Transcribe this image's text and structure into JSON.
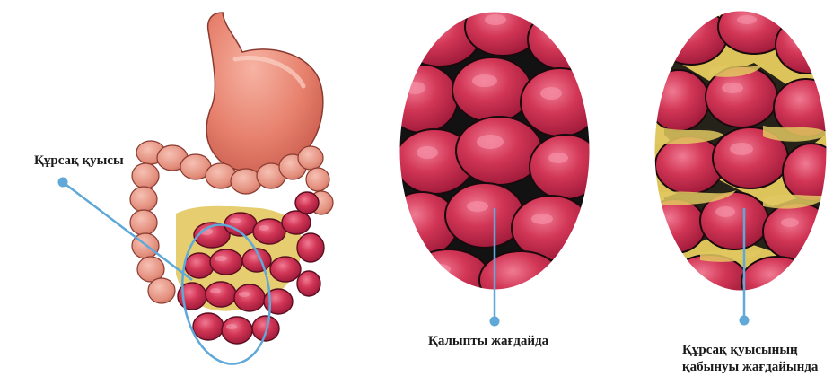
{
  "labels": {
    "abdominal_cavity": "Құрсақ қуысы",
    "normal_state": "Қалыпты жағдайда",
    "inflamed_state_line1": "Құрсақ қуысының",
    "inflamed_state_line2": "қабынуы жағдайында"
  },
  "colors": {
    "intestine_red": "#c8284a",
    "intestine_highlight": "#e8708a",
    "stomach": "#e88a78",
    "large_intestine": "#e8a090",
    "fat_yellow": "#e0c860",
    "callout_line": "#5fa8d8"
  }
}
